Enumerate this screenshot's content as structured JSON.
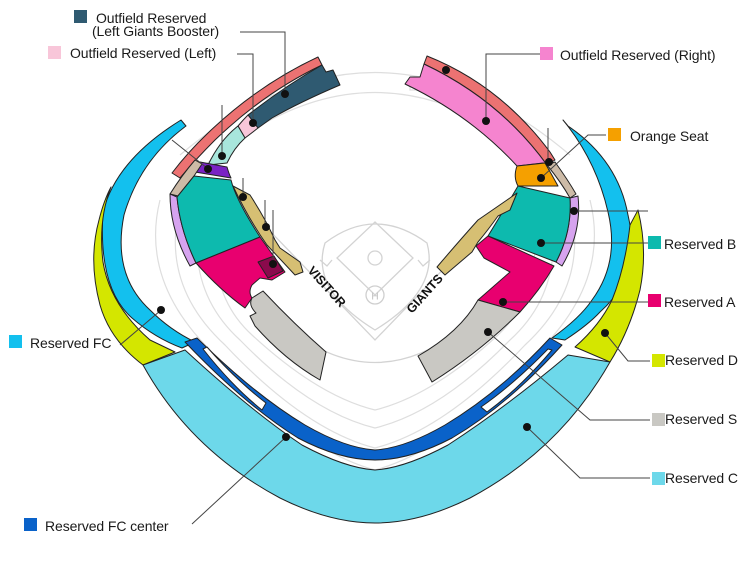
{
  "map": {
    "title": "Stadium Seating Chart",
    "dugouts": {
      "left": "VISITOR",
      "right": "GIANTS"
    },
    "home_plate_logo": "H"
  },
  "legend": [
    {
      "id": "outfield-left-giants-booster",
      "label_line1": "Outfield Reserved",
      "label_line2": "(Left Giants Booster)",
      "color": "#2f5a71"
    },
    {
      "id": "outfield-left",
      "label": "Outfield Reserved (Left)",
      "color": "#f8c6d9"
    },
    {
      "id": "outfield-right",
      "label": "Outfield Reserved (Right)",
      "color": "#f584cf"
    },
    {
      "id": "orange-seat",
      "label": "Orange Seat",
      "color": "#f5a000"
    },
    {
      "id": "reserved-b",
      "label": "Reserved B",
      "color": "#0dbaae"
    },
    {
      "id": "reserved-a",
      "label": "Reserved A",
      "color": "#e8006f"
    },
    {
      "id": "reserved-d",
      "label": "Reserved D",
      "color": "#d4e600"
    },
    {
      "id": "reserved-s",
      "label": "Reserved S",
      "color": "#c9c8c3"
    },
    {
      "id": "reserved-c",
      "label": "Reserved C",
      "color": "#6dd8ea"
    },
    {
      "id": "reserved-fc",
      "label": "Reserved FC",
      "color": "#13c0ee"
    },
    {
      "id": "reserved-fc-center",
      "label": "Reserved FC center",
      "color": "#0a62c9"
    }
  ],
  "unlabeled_colors": {
    "outfield_rim": "#ec7272",
    "mint": "#a8e6dc",
    "purple": "#7a22c4",
    "tan": "#d6bf73",
    "beige": "#cdbba7",
    "lavender": "#d6a3ef",
    "maroon": "#8a0a4c",
    "outline": "#222222",
    "field_lines": "#d9d9d9"
  }
}
